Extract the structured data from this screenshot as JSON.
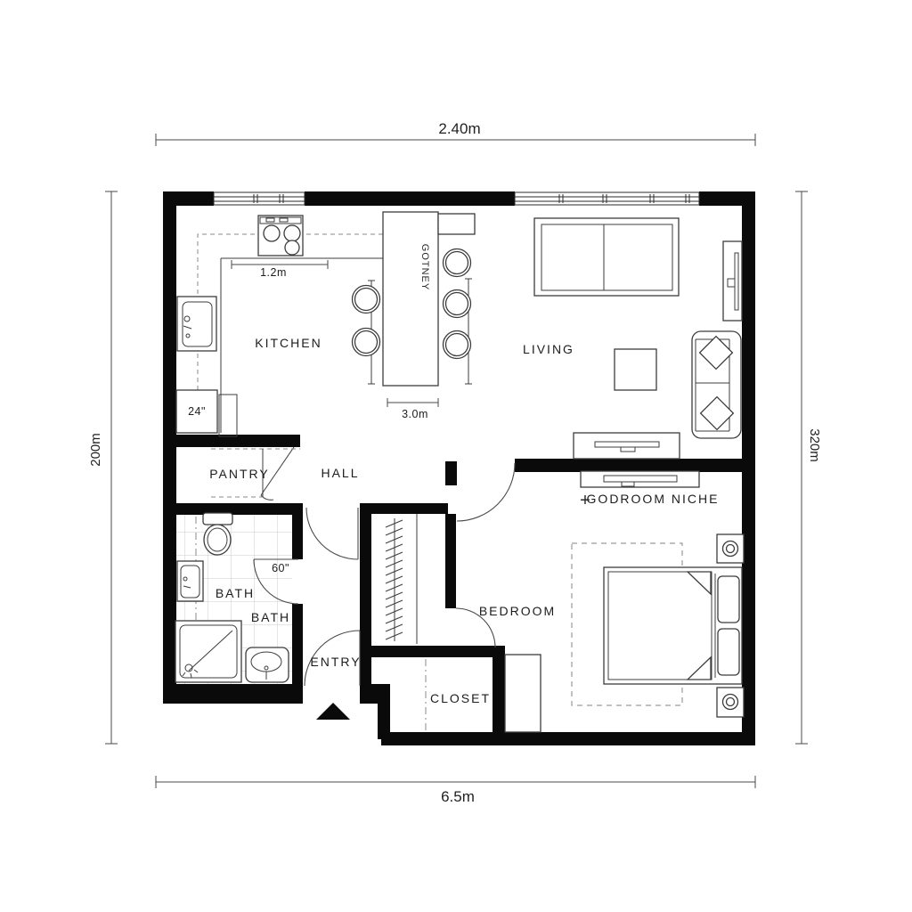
{
  "dimensions": {
    "top": "2.40m",
    "bottom": "6.5m",
    "left": "200m",
    "right": "320m",
    "kitchen_counter": "1.2m",
    "island": "3.0m"
  },
  "rooms": {
    "kitchen": "KITCHEN",
    "living": "LIVING",
    "pantry": "PANTRY",
    "hall": "HALL",
    "bath_upper": "BATH",
    "bath_lower": "BATH",
    "entry": "ENTRY",
    "bedroom": "BEDROOM",
    "closet": "CLOSET",
    "niche": "GODROOM NICHE",
    "niche_marker": "+",
    "island_label": "GOTNEY"
  },
  "fixtures": {
    "appliance_width": "24\"",
    "vanity_width": "60\""
  },
  "colors": {
    "wall": "#0a0a0a",
    "line": "#3c3c3c",
    "dim": "#4a4a4a",
    "dash": "#8a8a8a",
    "tile": "#cccccc"
  }
}
